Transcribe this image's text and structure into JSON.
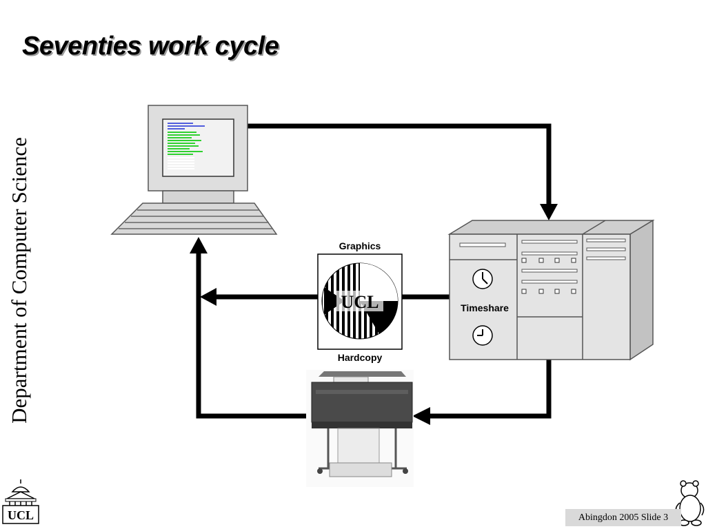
{
  "slide": {
    "title": "Seventies work cycle",
    "sidebar_text": "Department of Computer Science",
    "footer": "Abingdon 2005 Slide 3",
    "logo_text": "UCL"
  },
  "diagram": {
    "graphics_label": "Graphics",
    "hardcopy_label": "Hardcopy",
    "timeshare_label": "Timeshare",
    "graphics_image_text": "UCL"
  },
  "icons": [
    "terminal-icon",
    "mainframe-icon",
    "printer-icon",
    "clock-icon",
    "bear-mascot-icon",
    "ucl-portico-icon"
  ]
}
